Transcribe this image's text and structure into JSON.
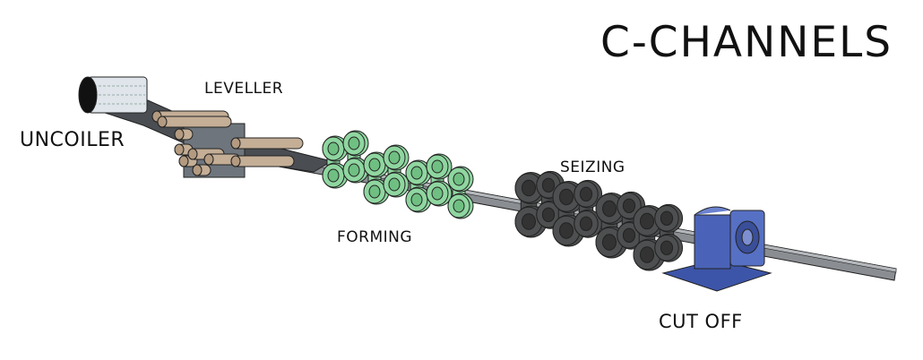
{
  "title": "C-CHANNELS",
  "stations": {
    "uncoiler": "UNCOILER",
    "leveller": "LEVELLER",
    "forming": "FORMING",
    "seizing": "SEIZING",
    "cut_off": "CUT OFF"
  },
  "colors": {
    "strip": "#4a4d52",
    "channel": "#8a8d92",
    "leveller_roll": "#c4ae96",
    "leveller_frame": "#6f757c",
    "forming_roll": "#8fd6a0",
    "seizing_roll": "#4d4f50",
    "cut_off": "#4a63b8"
  }
}
